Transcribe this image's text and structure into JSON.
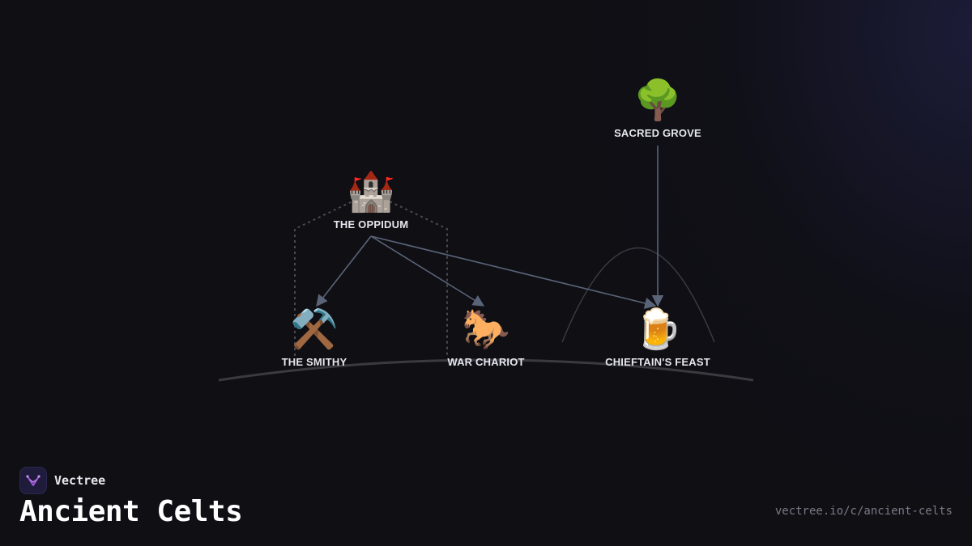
{
  "brand": {
    "name": "Vectree",
    "logo_icon": "vectree-logo-icon",
    "logo_color": "#9b59d6"
  },
  "title": "Ancient Celts",
  "url": "vectree.io/c/ancient-celts",
  "colors": {
    "background": "#0f0f14",
    "edge": "#5a6478",
    "ground": "#3a3a40",
    "label": "#e6e6ee"
  },
  "nodes": [
    {
      "id": "oppidum",
      "label": "THE OPPIDUM",
      "icon": "castle-icon",
      "glyph": "🏰"
    },
    {
      "id": "grove",
      "label": "SACRED GROVE",
      "icon": "tree-icon",
      "glyph": "🌳"
    },
    {
      "id": "smithy",
      "label": "THE SMITHY",
      "icon": "hammer-and-pick-icon",
      "glyph": "⚒️"
    },
    {
      "id": "chariot",
      "label": "WAR CHARIOT",
      "icon": "horse-icon",
      "glyph": "🐎"
    },
    {
      "id": "feast",
      "label": "CHIEFTAIN'S FEAST",
      "icon": "beer-mug-icon",
      "glyph": "🍺"
    }
  ],
  "edges": [
    {
      "from": "oppidum",
      "to": "smithy"
    },
    {
      "from": "oppidum",
      "to": "chariot"
    },
    {
      "from": "oppidum",
      "to": "feast"
    },
    {
      "from": "grove",
      "to": "feast"
    }
  ]
}
